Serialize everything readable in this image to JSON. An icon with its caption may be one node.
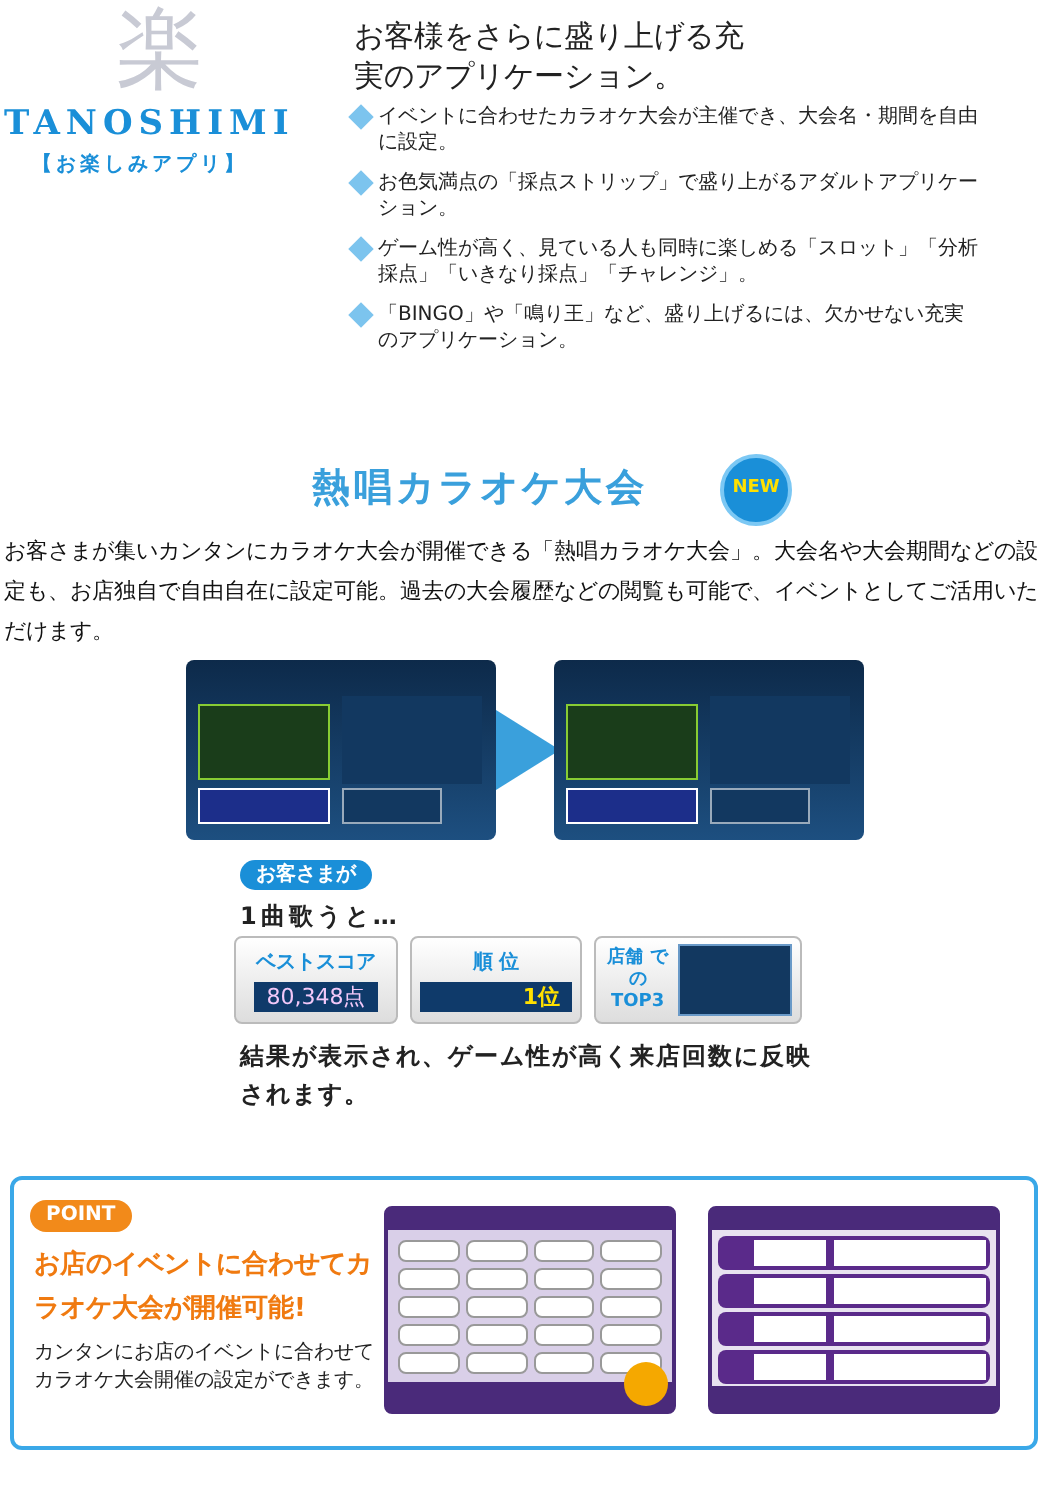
{
  "diagram": {
    "title": "熱唱カラオケ大会",
    "nodes": [
      {
        "text": [],
        "shape": "picture"
      },
      {
        "text": [],
        "shape": "picture"
      },
      {
        "text": [
          "ベストスコア",
          "80,348点"
        ]
      },
      {
        "text": [
          "順 位",
          "1位"
        ]
      },
      {
        "text": [
          "店舗 での TOP3"
        ]
      },
      {
        "text": [
          "POINT",
          "お店のイベントに合わせてカラオケ大会が開催可能!",
          "カンタンにお店のイベントに合わせてカラオケ大会開催の設定ができます。"
        ]
      },
      {
        "text": [],
        "shape": "picture",
        "in": 5
      },
      {
        "text": [],
        "shape": "picture",
        "in": 5
      }
    ],
    "edges": [
      {
        "from": 0,
        "to": 1,
        "arrow": "to"
      }
    ],
    "labels": [
      "楽",
      "TANOSHIMI",
      "【お楽しみアプリ】",
      "お客様をさらに盛り上げる充実のアプリケーション。",
      "イベントに合わせたカラオケ大会が主催でき、大会名・期間を自由に設定。",
      "お色気満点の「採点ストリップ」で盛り上がるアダルトアプリケーション。",
      "ゲーム性が高く、見ている人も同時に楽しめる「スロット」「分析採点」「いきなり採点」「チャレンジ」。",
      "「BINGO」や「鳴り王」など、盛り上げるには、欠かせない充実のアプリケーション。",
      "NEW",
      "お客さまが集いカンタンにカラオケ大会が開催できる「熱唱カラオケ大会」。大会名や大会期間などの設定も、お店独自で自由自在に設定可能。過去の大会履歴などの閲覧も可能で、イベントとしてご活用いただけます。",
      "お客さまが",
      "1曲歌うと…",
      "結果が表示され、ゲーム性が高く**来店回数**に反映されます。"
    ]
  }
}
